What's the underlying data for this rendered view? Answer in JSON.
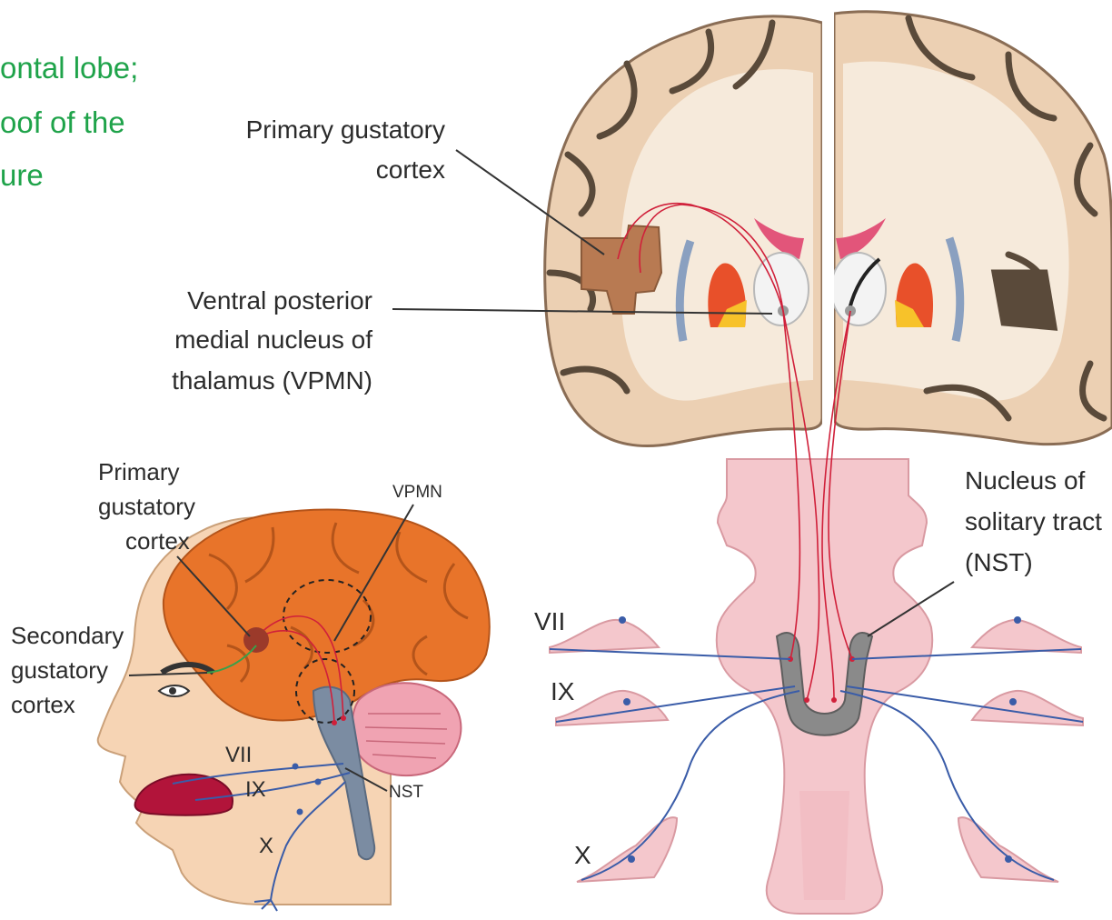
{
  "overlay_text": [
    "ontal lobe;",
    "oof of the",
    "ure"
  ],
  "coronal_labels": {
    "primary_gustatory": [
      "Primary gustatory",
      "cortex"
    ],
    "vpmn": [
      "Ventral posterior",
      "medial nucleus of",
      "thalamus (VPMN)"
    ],
    "nst": [
      "Nucleus of",
      "solitary tract",
      "(NST)"
    ]
  },
  "nerves": {
    "vii": "VII",
    "ix": "IX",
    "x": "X"
  },
  "head_labels": {
    "primary_gustatory": [
      "Primary",
      "gustatory",
      "cortex"
    ],
    "vpmn": "VPMN",
    "secondary_gustatory": [
      "Secondary",
      "gustatory",
      "cortex"
    ],
    "nst": "NST"
  },
  "colors": {
    "cortex": "#ecd0b3",
    "white_matter": "#f6eadb",
    "sulcus": "#5a4a3a",
    "gustatory_area": "#b87a52",
    "pathway": "#d0203a",
    "nerve": "#3a5ca8",
    "brainstem": "#f4c7cc",
    "nst_nucleus": "#7d7d7d",
    "cerebrum": "#e8742a",
    "skin": "#f6d4b4",
    "tongue": "#b2143a",
    "green_text": "#1fa34a"
  }
}
